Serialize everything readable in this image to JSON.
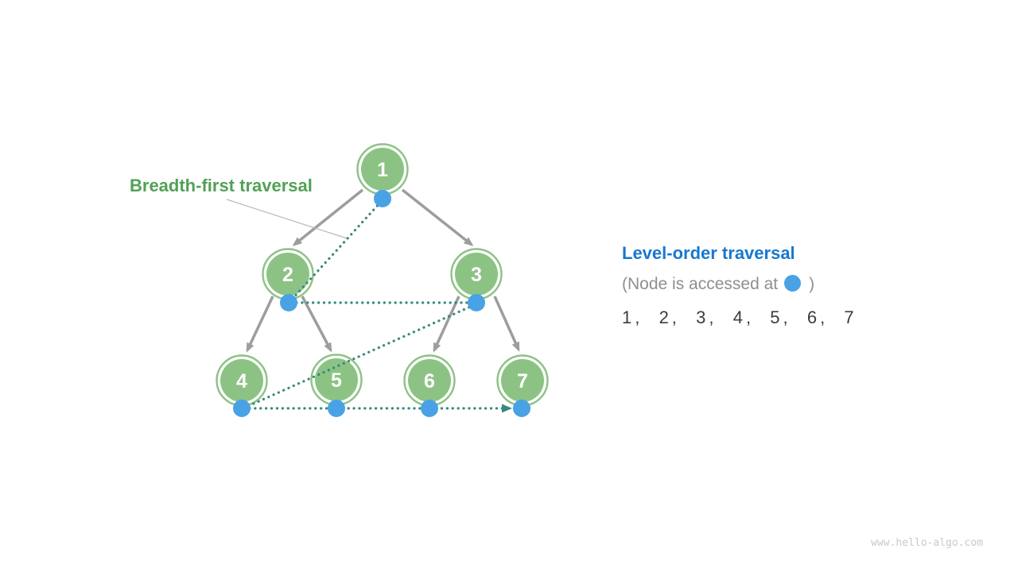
{
  "colors": {
    "node_green": "#8CC384",
    "edge_gray": "#9D9D9D",
    "dot_blue": "#49A2E5",
    "path_teal": "#36897D",
    "label_green": "#52A156",
    "title_blue": "#1878CE",
    "subtitle_gray": "#8F8F8F",
    "sequence_dark": "#3C3C3C",
    "watermark_gray": "#C9C9C9"
  },
  "tree": {
    "annotation": "Breadth-first traversal",
    "nodes": [
      {
        "value": "1"
      },
      {
        "value": "2"
      },
      {
        "value": "3"
      },
      {
        "value": "4"
      },
      {
        "value": "5"
      },
      {
        "value": "6"
      },
      {
        "value": "7"
      }
    ]
  },
  "legend": {
    "title": "Level-order traversal",
    "note_prefix": "(Node is accessed at",
    "note_suffix": ")",
    "sequence": "1,  2,  3,  4,  5,  6,  7"
  },
  "watermark": "www.hello-algo.com"
}
